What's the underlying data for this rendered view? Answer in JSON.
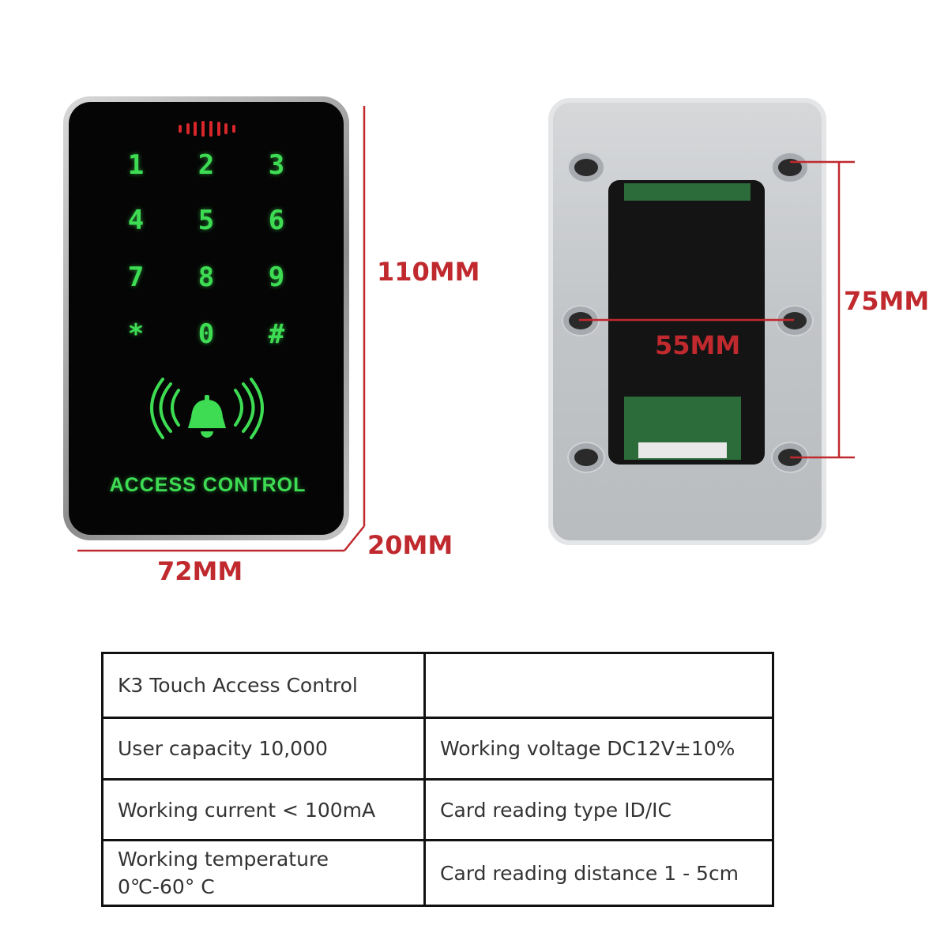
{
  "front": {
    "keys": [
      "1",
      "2",
      "3",
      "4",
      "5",
      "6",
      "7",
      "8",
      "9",
      "*",
      "0",
      "#"
    ],
    "label": "ACCESS CONTROL",
    "icon": "doorbell-icon"
  },
  "dimensions": {
    "height": "110MM",
    "width": "72MM",
    "depth": "20MM",
    "hole_vertical": "75MM",
    "hole_horizontal": "55MM"
  },
  "colors": {
    "dimension": "#c0292e",
    "key_glow": "#3ddc53"
  },
  "specs": {
    "title": "K3 Touch Access Control",
    "rows": [
      [
        "User capacity 10,000",
        "Working voltage DC12V±10%"
      ],
      [
        "Working current < 100mA",
        "Card reading type ID/IC"
      ],
      [
        "Working temperature\n0℃-60° C",
        "Card reading distance 1 - 5cm"
      ]
    ]
  }
}
